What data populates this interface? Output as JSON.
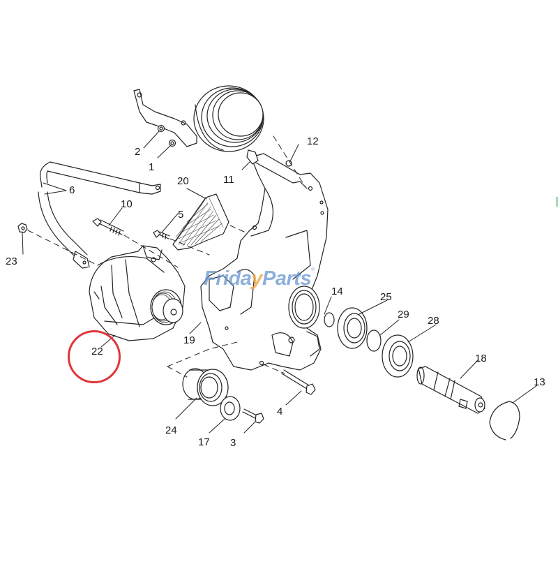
{
  "diagram": {
    "type": "exploded-parts-diagram",
    "subject": "Engine front cover / alternator mounting assembly",
    "watermark": {
      "text_part1": "Frida",
      "text_y": "y",
      "text_part2": "Parts",
      "registered": "®",
      "color_primary": "#5f91cd",
      "color_accent": "#f0a546"
    },
    "highlight": {
      "callout": "22",
      "ring_color": "#e0363a",
      "part": "alternator"
    },
    "callouts": [
      {
        "id": "1",
        "label": "1",
        "part": "nut"
      },
      {
        "id": "2",
        "label": "2",
        "part": "washer-nut"
      },
      {
        "id": "3",
        "label": "3",
        "part": "bolt"
      },
      {
        "id": "4",
        "label": "4",
        "part": "bolt"
      },
      {
        "id": "5",
        "label": "5",
        "part": "bolt"
      },
      {
        "id": "6",
        "label": "6",
        "part": "cable"
      },
      {
        "id": "10",
        "label": "10",
        "part": "long bolt"
      },
      {
        "id": "11",
        "label": "11",
        "part": "dowel"
      },
      {
        "id": "12",
        "label": "12",
        "part": "nut"
      },
      {
        "id": "13",
        "label": "13",
        "part": "snap ring"
      },
      {
        "id": "14",
        "label": "14",
        "part": "plug"
      },
      {
        "id": "17",
        "label": "17",
        "part": "washer"
      },
      {
        "id": "18",
        "label": "18",
        "part": "shaft"
      },
      {
        "id": "19",
        "label": "19",
        "part": "front cover housing"
      },
      {
        "id": "20",
        "label": "20",
        "part": "heat shield"
      },
      {
        "id": "22",
        "label": "22",
        "part": "alternator"
      },
      {
        "id": "23",
        "label": "23",
        "part": "nut"
      },
      {
        "id": "24",
        "label": "24",
        "part": "idler pulley"
      },
      {
        "id": "25",
        "label": "25",
        "part": "bearing"
      },
      {
        "id": "28",
        "label": "28",
        "part": "bearing"
      },
      {
        "id": "29",
        "label": "29",
        "part": "retaining ring"
      }
    ]
  }
}
